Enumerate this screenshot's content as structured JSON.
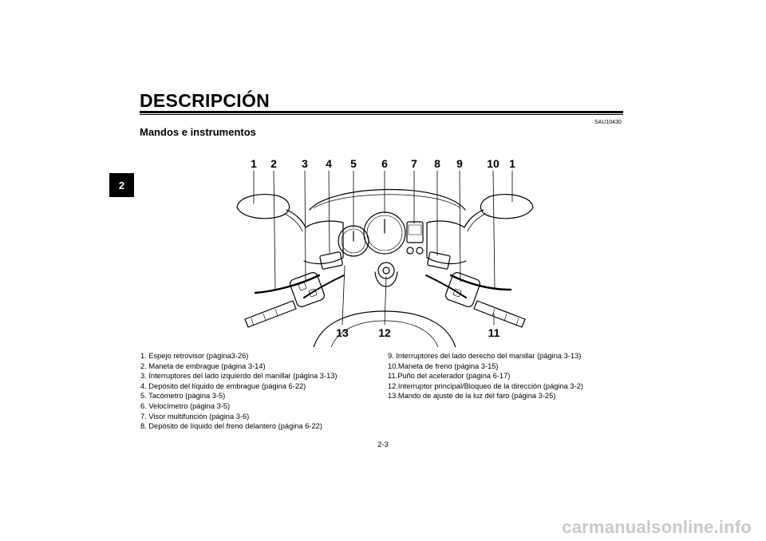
{
  "header": {
    "title": "DESCRIPCIÓN",
    "chapter_tab": "2",
    "code": "SAU10430",
    "section_title": "Mandos e instrumentos"
  },
  "diagram": {
    "callouts_top": [
      "1",
      "2",
      "3",
      "4",
      "5",
      "6",
      "7",
      "8",
      "9",
      "10",
      "1"
    ],
    "callouts_bottom": [
      "13",
      "12",
      "11"
    ]
  },
  "legend": {
    "left": [
      "1.  Espejo retrovisor (página3-26)",
      "2.  Maneta de embrague (página 3-14)",
      "3.  Interruptores del lado izquierdo del manillar (página 3-13)",
      "4.  Depósito del líquido de embrague (página 6-22)",
      "5.  Tacómetro (página 3-5)",
      "6.  Velocímetro (página 3-5)",
      "7.  Visor multifunción (página 3-6)",
      "8.  Depósito de líquido del freno delantero (página 6-22)"
    ],
    "right": [
      "9.  Interruptores del lado derecho del manillar (página 3-13)",
      "10.Maneta de freno (página 3-15)",
      "11.Puño del acelerador (página 6-17)",
      "12.Interruptor principal/Bloqueo de la dirección (página 3-2)",
      "13.Mando de ajuste de la luz del faro (página 3-25)"
    ]
  },
  "footer": {
    "page_number": "2-3",
    "watermark": "carmanualsonline.info"
  }
}
